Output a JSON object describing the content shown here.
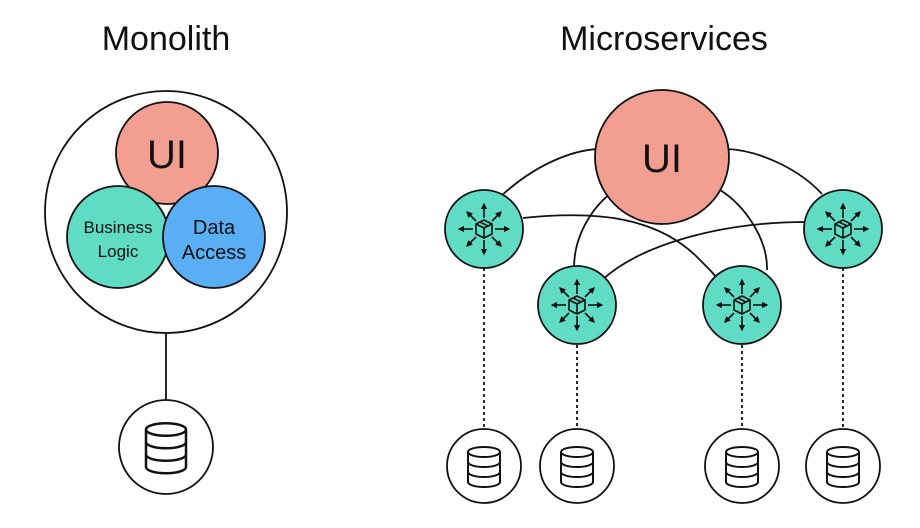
{
  "monolith": {
    "title": "Monolith",
    "ui_label": "UI",
    "business_logic_label_line1": "Business",
    "business_logic_label_line2": "Logic",
    "data_access_label_line1": "Data",
    "data_access_label_line2": "Access"
  },
  "microservices": {
    "title": "Microservices",
    "ui_label": "UI",
    "service_count": 4,
    "database_count": 4
  },
  "colors": {
    "ui": "#f29e91",
    "business_logic": "#5fdcc3",
    "data_access": "#5aaef5",
    "service": "#5fdcc3",
    "stroke": "#111111",
    "background": "#ffffff"
  },
  "icons": {
    "service": "cube-with-arrows-icon",
    "database": "database-icon"
  }
}
